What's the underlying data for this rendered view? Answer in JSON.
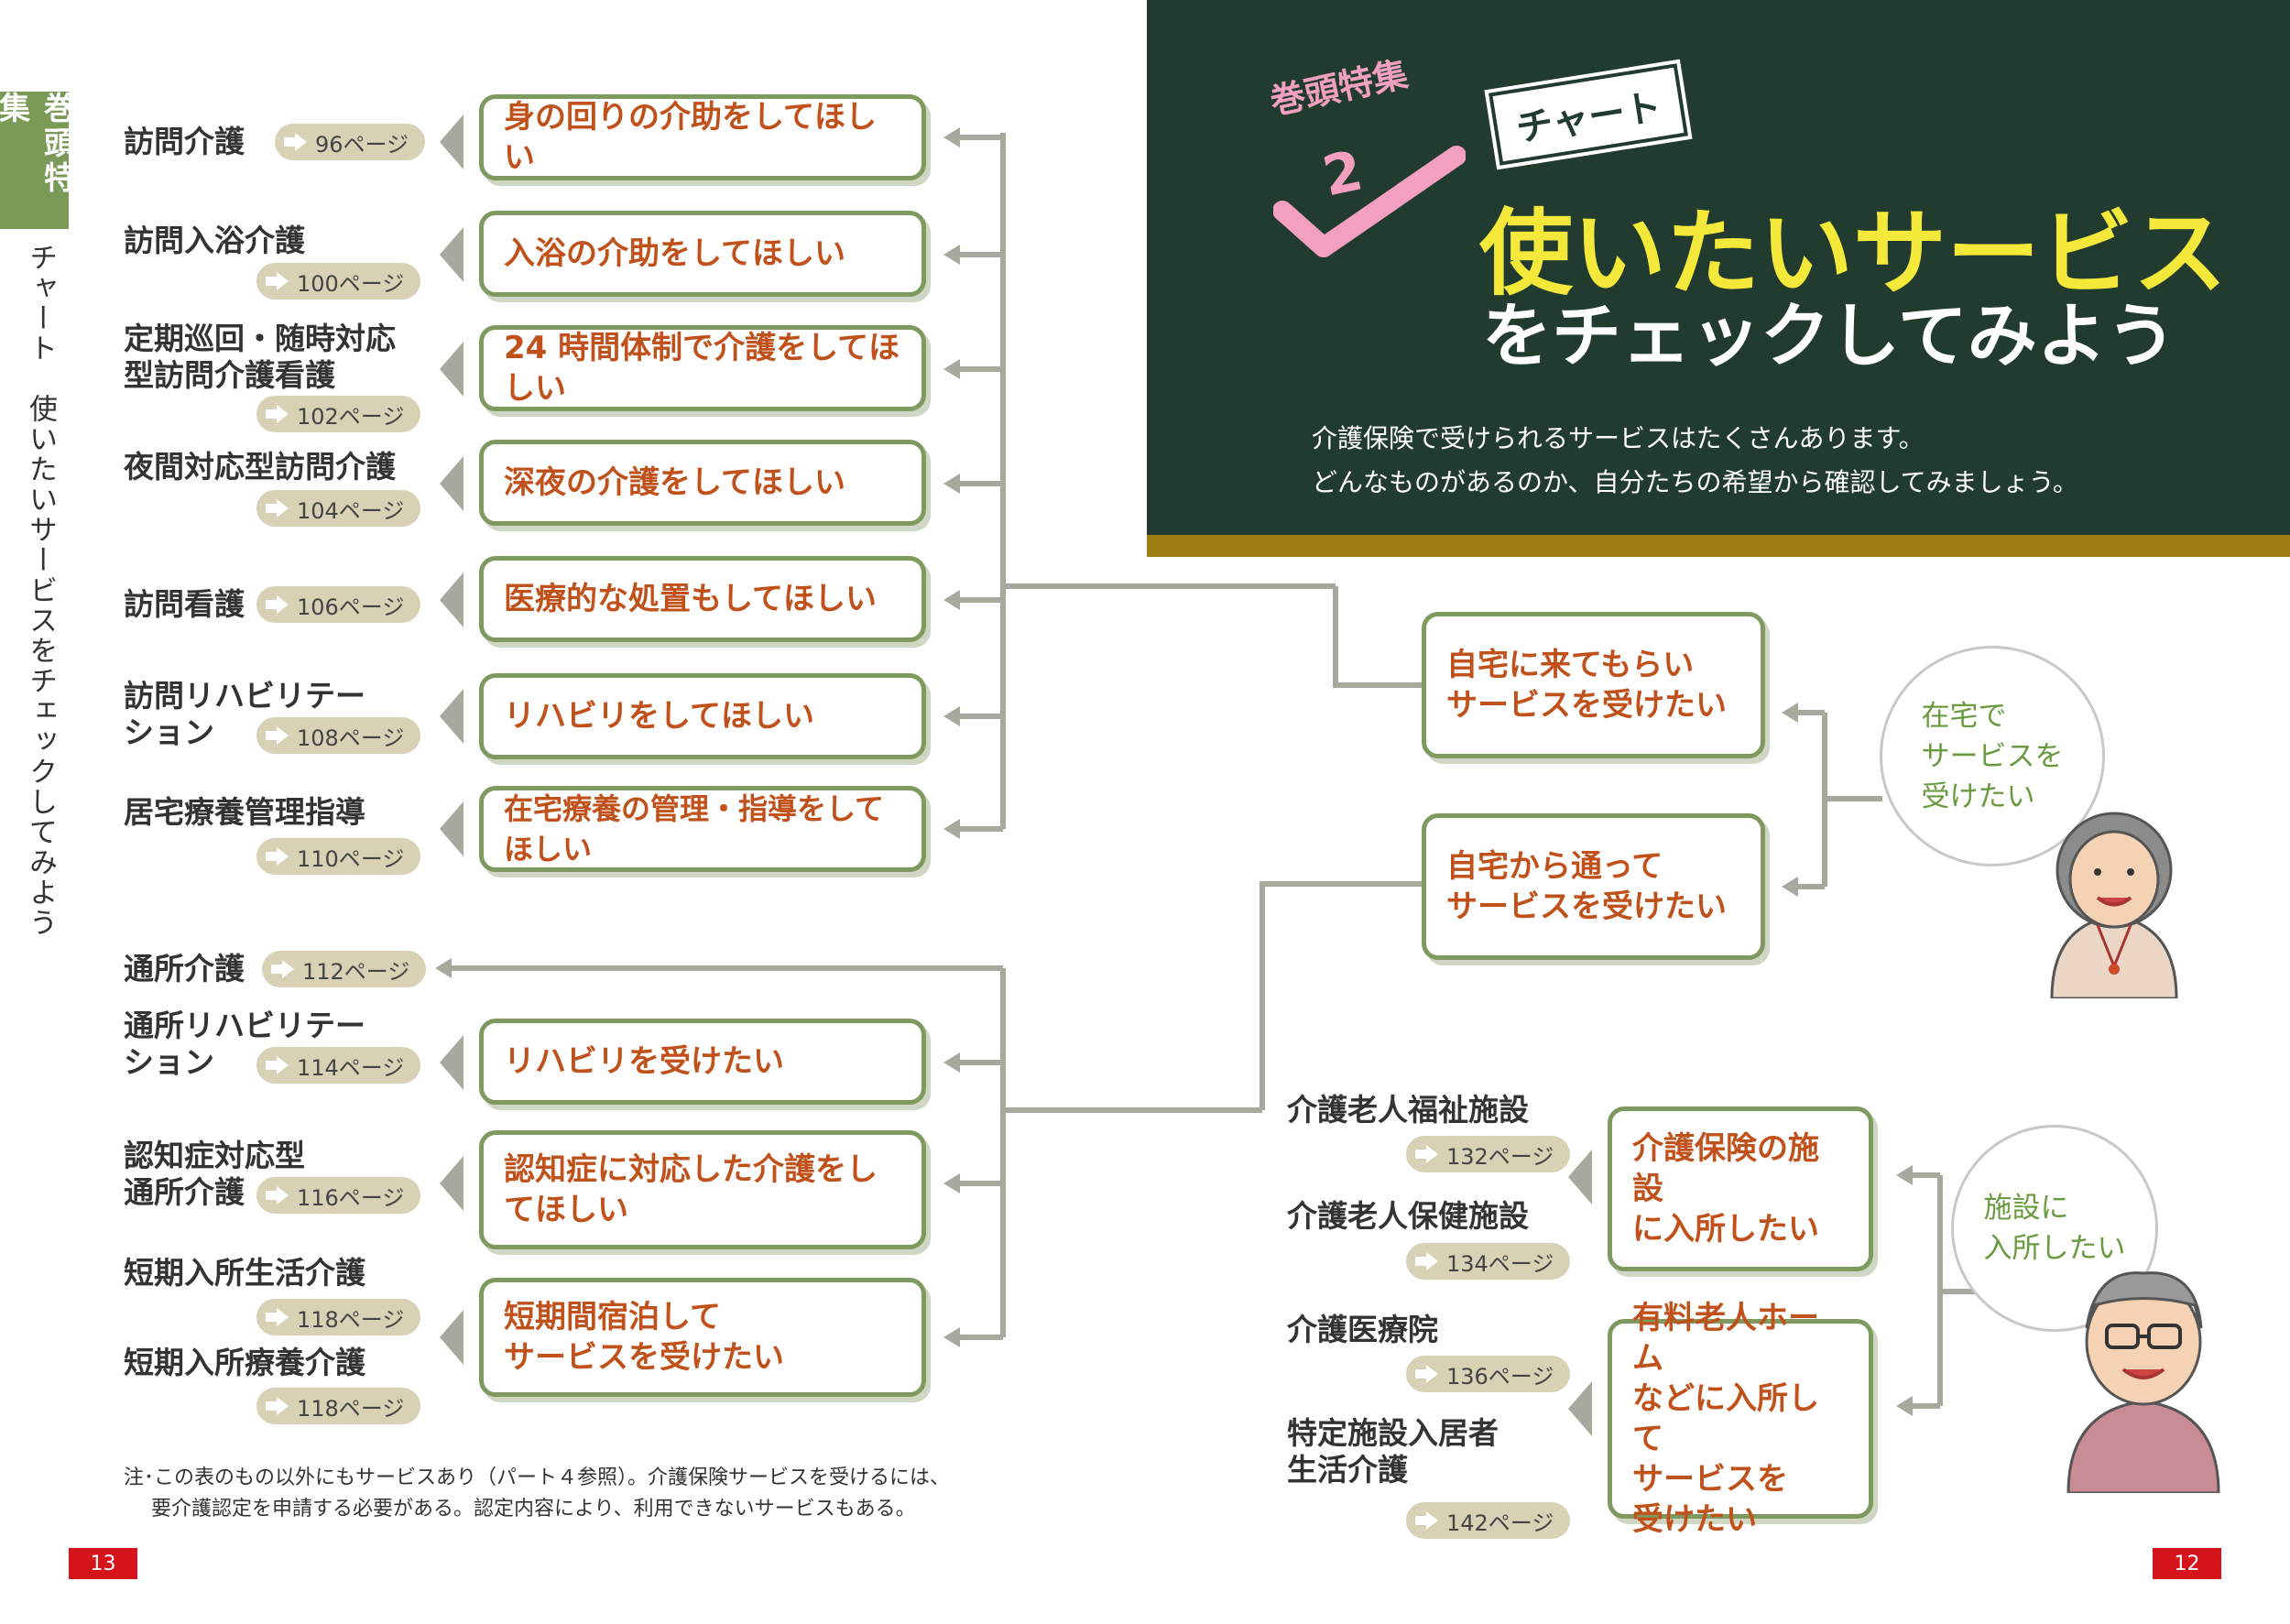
{
  "side": {
    "tag": "巻頭特集",
    "vertical": "チャート　使いたいサービスをチェックしてみよう"
  },
  "hero": {
    "tokushu": "巻頭特集",
    "tokushu_num": "2",
    "chart_label": "チャート",
    "title_line1": "使いたいサービス",
    "title_line2": "をチェックしてみよう",
    "intro_line1": "介護保険で受けられるサービスはたくさんあります。",
    "intro_line2": "どんなものがあるのか、自分たちの希望から確認してみましょう。"
  },
  "home_services": [
    {
      "name": "訪問介護",
      "page": "96ページ",
      "need": "身の回りの介助をしてほしい"
    },
    {
      "name": "訪問入浴介護",
      "page": "100ページ",
      "need": "入浴の介助をしてほしい"
    },
    {
      "name_line1": "定期巡回・随時対応",
      "name_line2": "型訪問介護看護",
      "page": "102ページ",
      "need": "24 時間体制で介護をしてほしい"
    },
    {
      "name": "夜間対応型訪問介護",
      "page": "104ページ",
      "need": "深夜の介護をしてほしい"
    },
    {
      "name": "訪問看護",
      "page": "106ページ",
      "need": "医療的な処置もしてほしい"
    },
    {
      "name_line1": "訪問リハビリテー",
      "name_line2": "ション",
      "page": "108ページ",
      "need": "リハビリをしてほしい"
    },
    {
      "name": "居宅療養管理指導",
      "page": "110ページ",
      "need": "在宅療養の管理・指導をしてほしい"
    }
  ],
  "commute_services": {
    "tsusho": {
      "name": "通所介護",
      "page": "112ページ"
    },
    "rehab": {
      "name_line1": "通所リハビリテー",
      "name_line2": "ション",
      "page": "114ページ",
      "need": "リハビリを受けたい"
    },
    "dementia": {
      "name_line1": "認知症対応型",
      "name_line2": "通所介護",
      "page": "116ページ",
      "need_line1": "認知症に対応した介護をし",
      "need_line2": "てほしい"
    },
    "short1": {
      "name": "短期入所生活介護",
      "page": "118ページ"
    },
    "short2": {
      "name": "短期入所療養介護",
      "page": "118ページ"
    },
    "short_need_line1": "短期間宿泊して",
    "short_need_line2": "サービスを受けたい"
  },
  "middle": {
    "visit_line1": "自宅に来てもらい",
    "visit_line2": "サービスを受けたい",
    "commute_line1": "自宅から通って",
    "commute_line2": "サービスを受けたい"
  },
  "facilities": {
    "f1": {
      "name": "介護老人福祉施設",
      "page": "132ページ"
    },
    "f2": {
      "name": "介護老人保健施設",
      "page": "134ページ"
    },
    "f3": {
      "name": "介護医療院",
      "page": "136ページ"
    },
    "f4": {
      "name_line1": "特定施設入居者",
      "name_line2": "生活介護",
      "page": "142ページ"
    },
    "need1_line1": "介護保険の施設",
    "need1_line2": "に入所したい",
    "need2_line1": "有料老人ホーム",
    "need2_line2": "などに入所して",
    "need2_line3": "サービスを",
    "need2_line4": "受けたい"
  },
  "bubbles": {
    "home_line1": "在宅で",
    "home_line2": "サービスを",
    "home_line3": "受けたい",
    "facility_line1": "施設に",
    "facility_line2": "入所したい"
  },
  "note": {
    "line1": "注･この表のもの以外にもサービスあり（パート４参照）。介護保険サービスを受けるには、",
    "line2": "要介護認定を申請する必要がある。認定内容により、利用できないサービスもある。"
  },
  "page_numbers": {
    "left": "13",
    "right": "12"
  },
  "colors": {
    "green_dark": "#213c2f",
    "olive": "#7f9a5f",
    "orange_text": "#c0511b",
    "yellow": "#f4e93a",
    "pink": "#f3a0c0",
    "red": "#d6141b"
  }
}
